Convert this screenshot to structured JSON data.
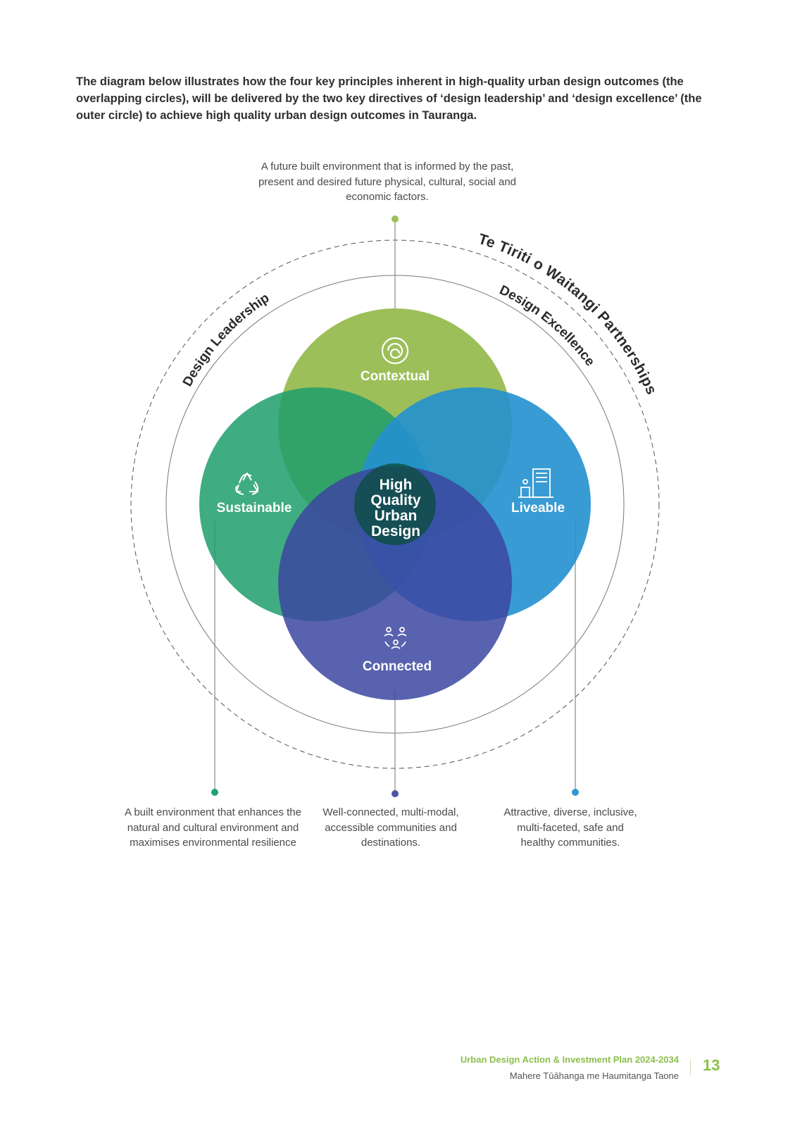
{
  "intro_text": "The diagram below illustrates how the four key principles inherent in high-quality urban design outcomes (the overlapping circles), will be delivered by the two key directives of ‘design leadership’ and ‘design excellence’ (the outer circle) to achieve high quality urban design outcomes in Tauranga.",
  "captions": {
    "contextual": "A future built environment that is informed by the past, present and desired future physical, cultural, social and economic factors.",
    "sustainable": "A built environment that enhances the natural and cultural environment and maximises environmental resilience",
    "connected": "Well-connected, multi-modal, accessible communities and destinations.",
    "liveable": "Attractive, diverse, inclusive, multi-faceted, safe and healthy communities."
  },
  "rings": {
    "outer_label": "Te Tiriti o Waitangi Partnerships",
    "leadership_label": "Design Leadership",
    "excellence_label": "Design Excellence"
  },
  "circles": {
    "contextual": {
      "label": "Contextual",
      "color": "#9cbf59",
      "icon": "spiral-icon"
    },
    "sustainable": {
      "label": "Sustainable",
      "color": "#22a270",
      "icon": "recycle-icon"
    },
    "liveable": {
      "label": "Liveable",
      "color": "#2f98d2",
      "icon": "city-people-icon"
    },
    "connected": {
      "label": "Connected",
      "color": "#4a55a8",
      "icon": "network-people-icon"
    }
  },
  "center": {
    "line1": "High",
    "line2": "Quality",
    "line3": "Urban",
    "line4": "Design",
    "color": "#0a4d3a"
  },
  "footer": {
    "title": "Urban Design Action & Investment Plan 2024-2034",
    "subtitle": "Mahere Tūāhanga me Haumitanga Taone",
    "page": "13"
  }
}
